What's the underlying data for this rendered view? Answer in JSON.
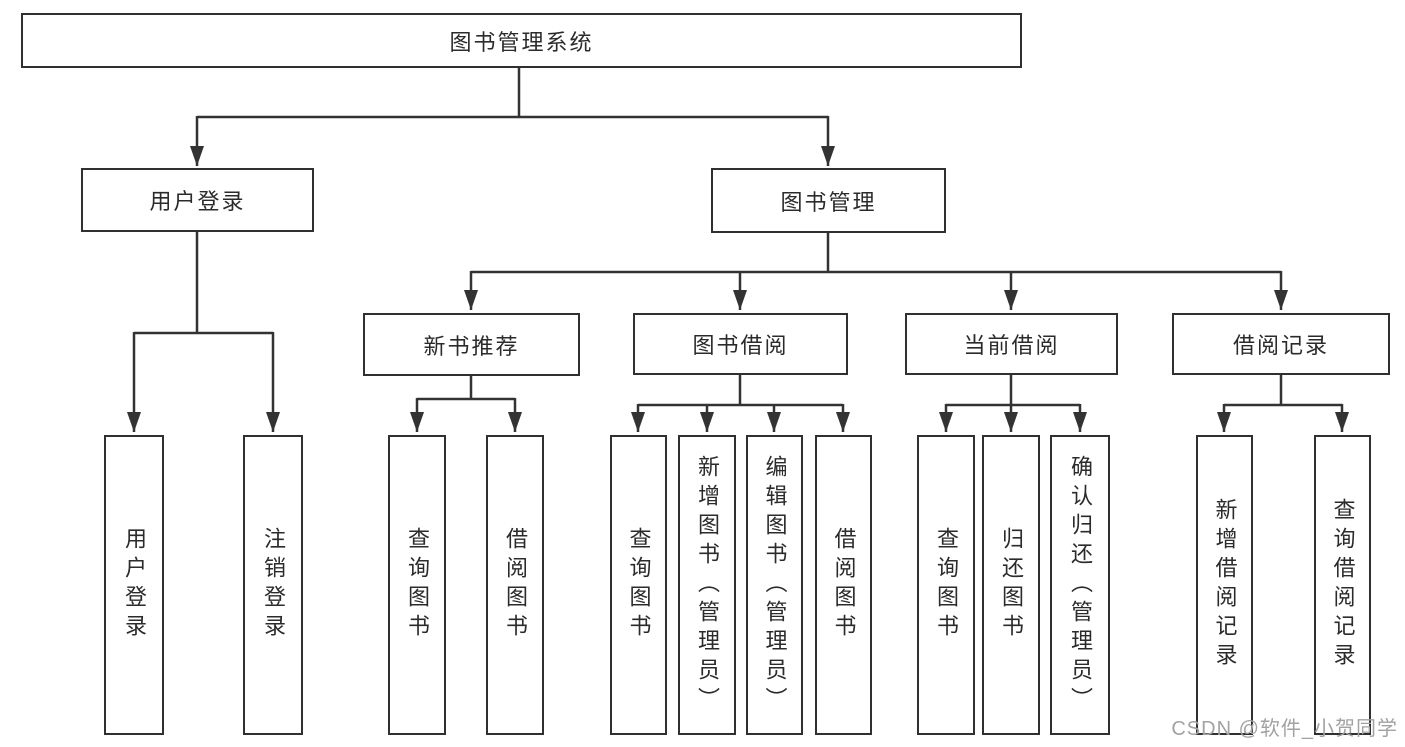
{
  "diagram_title": "图书管理系统",
  "colors": {
    "line": "#333333",
    "box_border": "#303030",
    "text": "#2b2b2b",
    "background": "#ffffff",
    "watermark": "#a2a2a2"
  },
  "tree": {
    "label": "图书管理系统",
    "children": [
      {
        "label": "用户登录",
        "children": [
          {
            "label": "用户登录"
          },
          {
            "label": "注销登录"
          }
        ]
      },
      {
        "label": "图书管理",
        "children": [
          {
            "label": "新书推荐",
            "children": [
              {
                "label": "查询图书"
              },
              {
                "label": "借阅图书"
              }
            ]
          },
          {
            "label": "图书借阅",
            "children": [
              {
                "label": "查询图书"
              },
              {
                "label": "新增图书（管理员）"
              },
              {
                "label": "编辑图书（管理员）"
              },
              {
                "label": "借阅图书"
              }
            ]
          },
          {
            "label": "当前借阅",
            "children": [
              {
                "label": "查询图书"
              },
              {
                "label": "归还图书"
              },
              {
                "label": "确认归还（管理员）"
              }
            ]
          },
          {
            "label": "借阅记录",
            "children": [
              {
                "label": "新增借阅记录"
              },
              {
                "label": "查询借阅记录"
              }
            ]
          }
        ]
      }
    ]
  },
  "watermark": {
    "text": "CSDN @软件_小贺同学"
  }
}
